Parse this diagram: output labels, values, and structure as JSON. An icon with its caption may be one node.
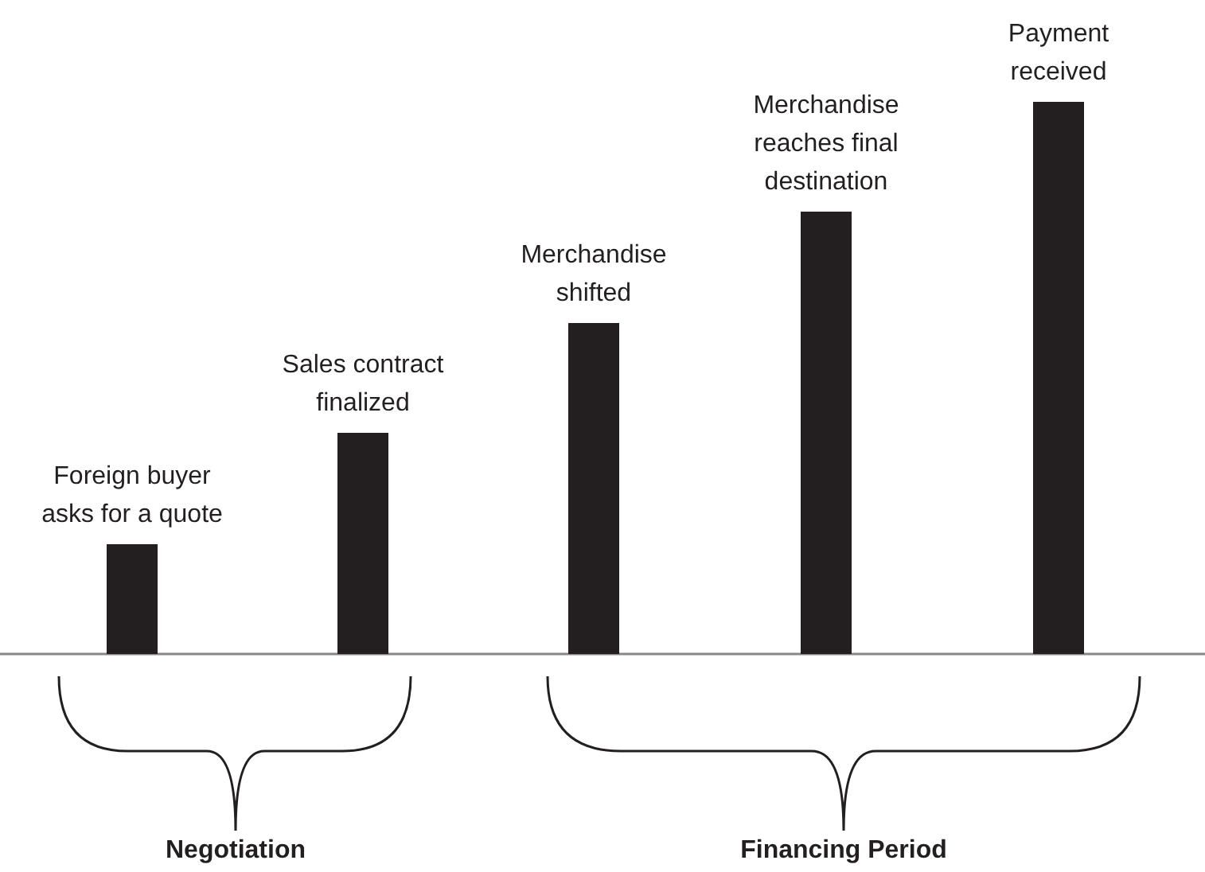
{
  "diagram": {
    "nodes": [
      {
        "text": [
          "Foreign buyer asks for a quote"
        ]
      },
      {
        "text": [
          "Sales contract finalized"
        ]
      },
      {
        "text": [
          "Merchandise shifted"
        ]
      },
      {
        "text": [
          "Merchandise reaches final destination"
        ]
      },
      {
        "text": [
          "Payment received"
        ]
      }
    ],
    "labels": [
      "Negotiation",
      "Financing Period"
    ]
  }
}
